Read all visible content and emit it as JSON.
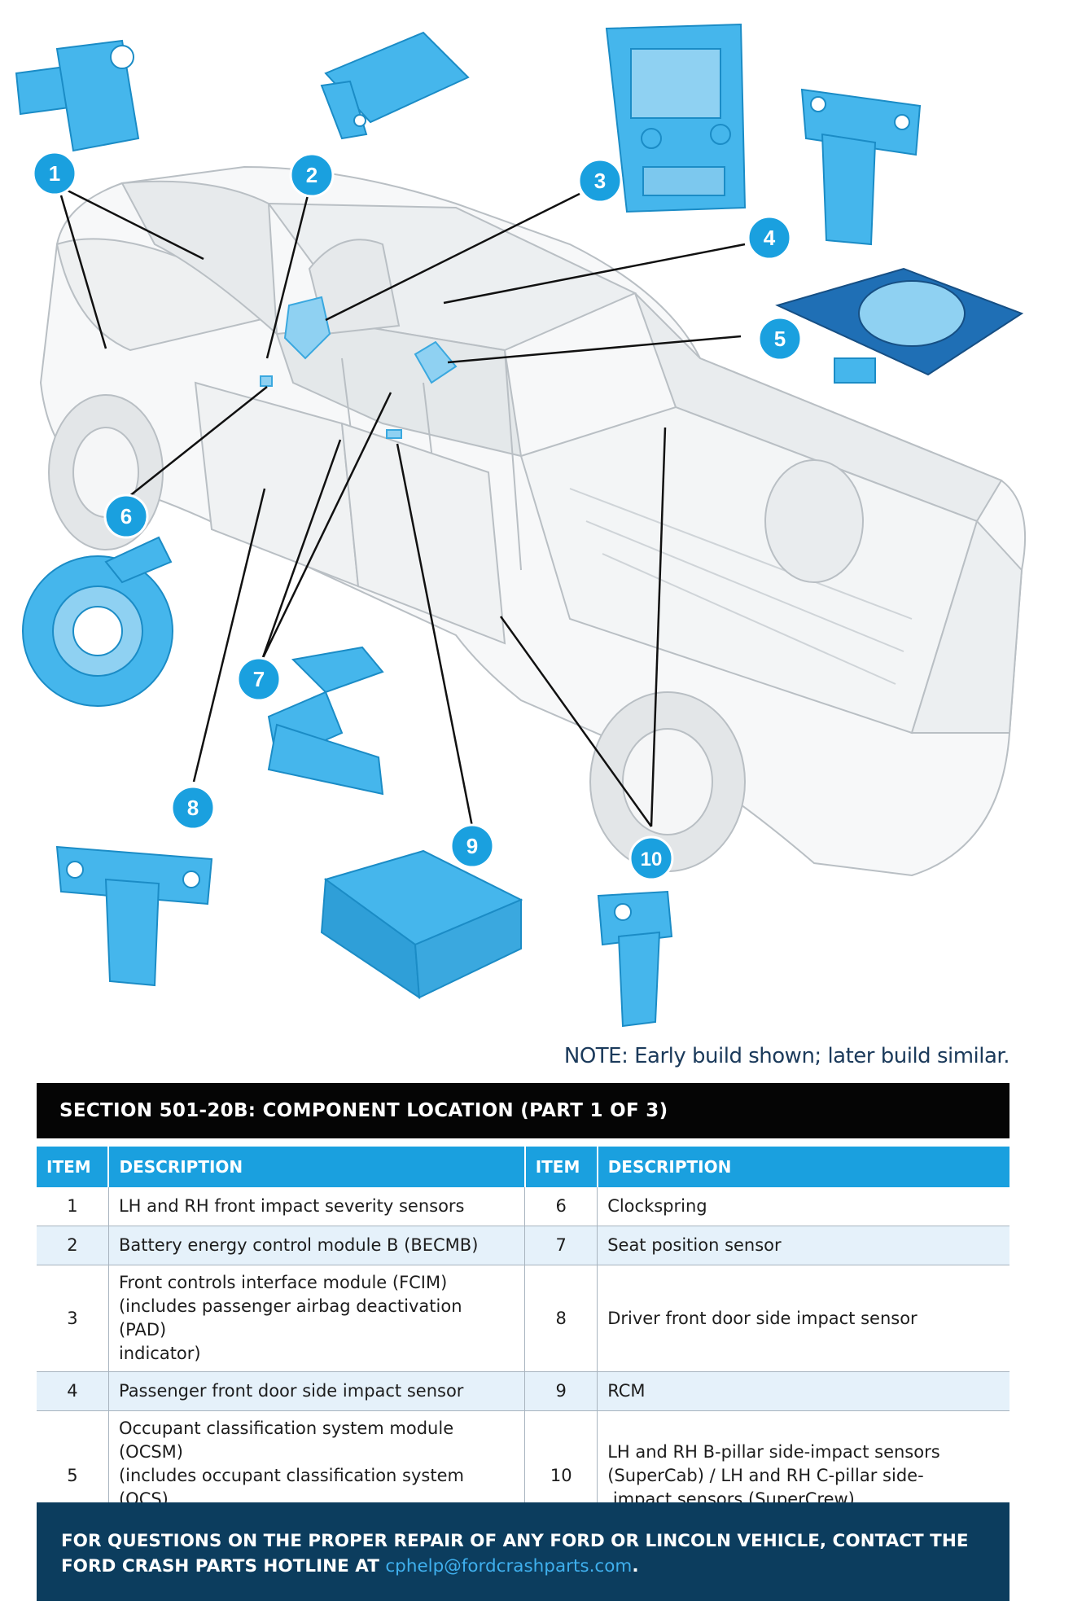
{
  "callouts": [
    "1",
    "2",
    "3",
    "4",
    "5",
    "6",
    "7",
    "8",
    "9",
    "10"
  ],
  "colors": {
    "callout": "#1aa0df",
    "component": "#45b6ec",
    "table_header": "#1aa0df",
    "title_bar": "#050505",
    "alt_row": "#e5f1fa",
    "footer_bg": "#0c3d5e",
    "footer_link": "#3fb0ee"
  },
  "note": "NOTE: Early build shown; later build similar.",
  "section_title": "SECTION 501-20B: COMPONENT LOCATION (PART 1 OF 3)",
  "table": {
    "headers": [
      "ITEM",
      "DESCRIPTION",
      "ITEM",
      "DESCRIPTION"
    ],
    "rows": [
      {
        "left_item": "1",
        "left_desc": "LH and RH front impact severity sensors",
        "right_item": "6",
        "right_desc": "Clockspring"
      },
      {
        "left_item": "2",
        "left_desc": "Battery energy control module B (BECMB)",
        "right_item": "7",
        "right_desc": "Seat position sensor"
      },
      {
        "left_item": "3",
        "left_desc": "Front controls interface module (FCIM)\n(includes passenger airbag deactivation (PAD)\nindicator)",
        "right_item": "8",
        "right_desc": "Driver front door side impact sensor"
      },
      {
        "left_item": "4",
        "left_desc": "Passenger front door side impact sensor",
        "right_item": "9",
        "right_desc": "RCM"
      },
      {
        "left_item": "5",
        "left_desc": "Occupant classification system module (OCSM)\n(includes occupant classification system (OCS)\nsensor and gel-filled bladder)",
        "right_item": "10",
        "right_desc": "LH and RH B-pillar side-impact sensors\n(SuperCab) / LH and RH C-pillar side-\n impact sensors (SuperCrew)"
      }
    ]
  },
  "footer": {
    "text": "FOR QUESTIONS ON THE PROPER REPAIR OF ANY FORD OR LINCOLN VEHICLE, CONTACT THE FORD CRASH PARTS HOTLINE AT ",
    "email": "cphelp@fordcrashparts.com",
    "end": "."
  }
}
